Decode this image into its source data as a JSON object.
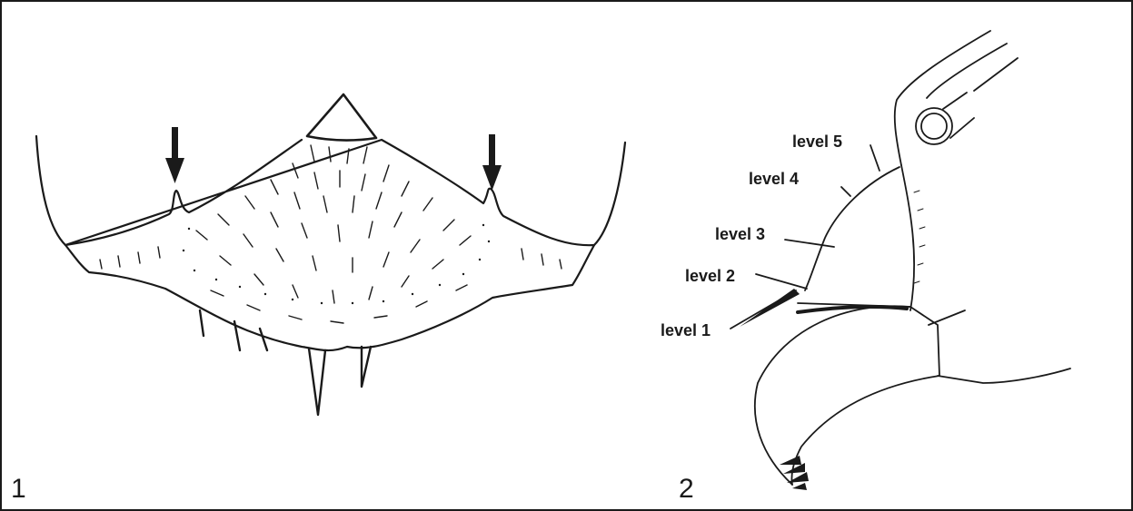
{
  "panels": [
    {
      "number": "1"
    },
    {
      "number": "2"
    }
  ],
  "levels": [
    {
      "label": "level 1"
    },
    {
      "label": "level 2"
    },
    {
      "label": "level 3"
    },
    {
      "label": "level 4"
    },
    {
      "label": "level 5"
    }
  ],
  "colors": {
    "ink": "#1a1a1a",
    "background": "#ffffff"
  }
}
